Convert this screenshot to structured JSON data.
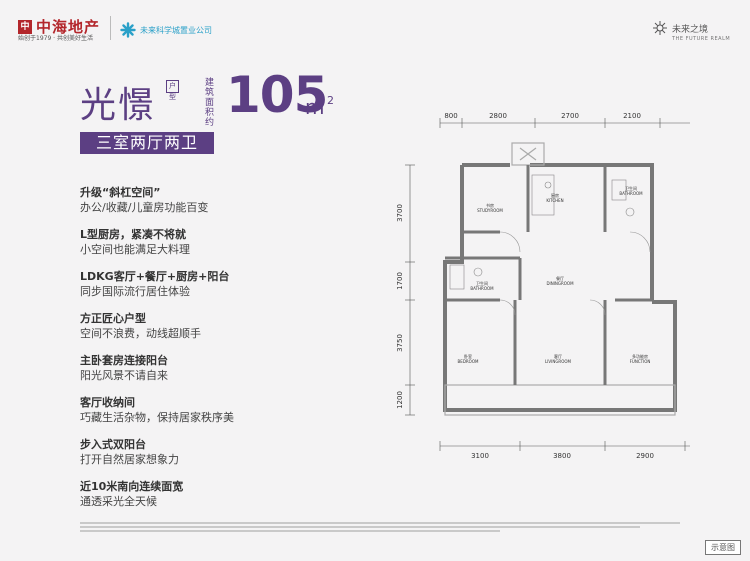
{
  "header": {
    "developer_logo_text": "中海地产",
    "developer_slogan": "始创于1979 · 共创美好生活",
    "partner_logo_text": "未来科学城置业公司",
    "project_logo_text": "未来之境",
    "project_logo_sub": "THE FUTURE REALM"
  },
  "unit": {
    "name": "光憬",
    "name_tag": "户型",
    "area_note": "建筑面积约",
    "area": "105",
    "area_unit": "m",
    "area_unit_sup": "2",
    "layout": "三室两厅两卫"
  },
  "features": [
    {
      "title": "升级“斜杠空间”",
      "desc": "办公/收藏/儿童房功能百变"
    },
    {
      "title": "L型厨房，紧凑不将就",
      "desc": "小空间也能满足大料理"
    },
    {
      "title": "LDKG客厅+餐厅+厨房+阳台",
      "desc": "同步国际流行居住体验"
    },
    {
      "title": "方正匠心户型",
      "desc": "空间不浪费，动线超顺手"
    },
    {
      "title": "主卧套房连接阳台",
      "desc": "阳光风景不请自来"
    },
    {
      "title": "客厅收纳间",
      "desc": "巧藏生活杂物，保持居家秩序美"
    },
    {
      "title": "步入式双阳台",
      "desc": "打开自然居家想象力"
    },
    {
      "title": "近10米南向连续面宽",
      "desc": "通透采光全天候"
    }
  ],
  "floorplan": {
    "top_dimensions": [
      "800",
      "2800",
      "2700",
      "2100"
    ],
    "bottom_dimensions": [
      "3100",
      "3800",
      "2900"
    ],
    "left_dimensions": [
      "3700",
      "1700",
      "3750",
      "1200"
    ],
    "rooms": {
      "study": "书房\nSTUDYROOM",
      "kitchen": "厨房\nKITCHEN",
      "bathroom1": "卫生间\nBATHROOM",
      "bathroom2": "卫生间\nBATHROOM",
      "dining": "餐厅\nDININGROOM",
      "bedroom": "卧室\nBEDROOM",
      "living": "客厅\nLIVINGROOM",
      "function": "多功能房\nFUNCTION"
    }
  },
  "footer": {
    "schematic_label": "示意图"
  },
  "colors": {
    "brand_purple": "#5c3f83",
    "developer_red": "#b3262b",
    "partner_blue": "#2aa0c8"
  }
}
